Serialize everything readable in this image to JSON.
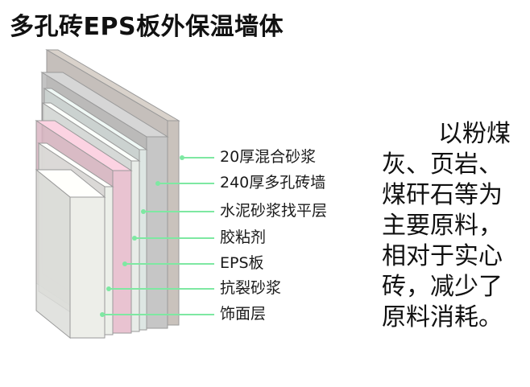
{
  "title": "多孔砖EPS板外保温墙体",
  "layers": [
    {
      "label": "20厚混合砂浆",
      "color": "#c9c2bc"
    },
    {
      "label": "240厚多孔砖墙",
      "color": "#c6c6c6"
    },
    {
      "label": "水泥砂浆找平层",
      "color": "#dde6e3"
    },
    {
      "label": "胶粘剂",
      "color": "#e8ece8"
    },
    {
      "label": "EPS板",
      "color": "#e9c3d1"
    },
    {
      "label": "抗裂砂浆",
      "color": "#ecefe9"
    },
    {
      "label": "饰面层",
      "color": "#edeee9"
    }
  ],
  "description_lines": [
    "以粉煤",
    "灰、页岩、",
    "煤矸石等为",
    "主要原料，",
    "相对于实心",
    "砖，减少了",
    "原料消耗。"
  ],
  "colors": {
    "leader_line": "#7ee8a2",
    "outline": "#9a9a9a"
  }
}
